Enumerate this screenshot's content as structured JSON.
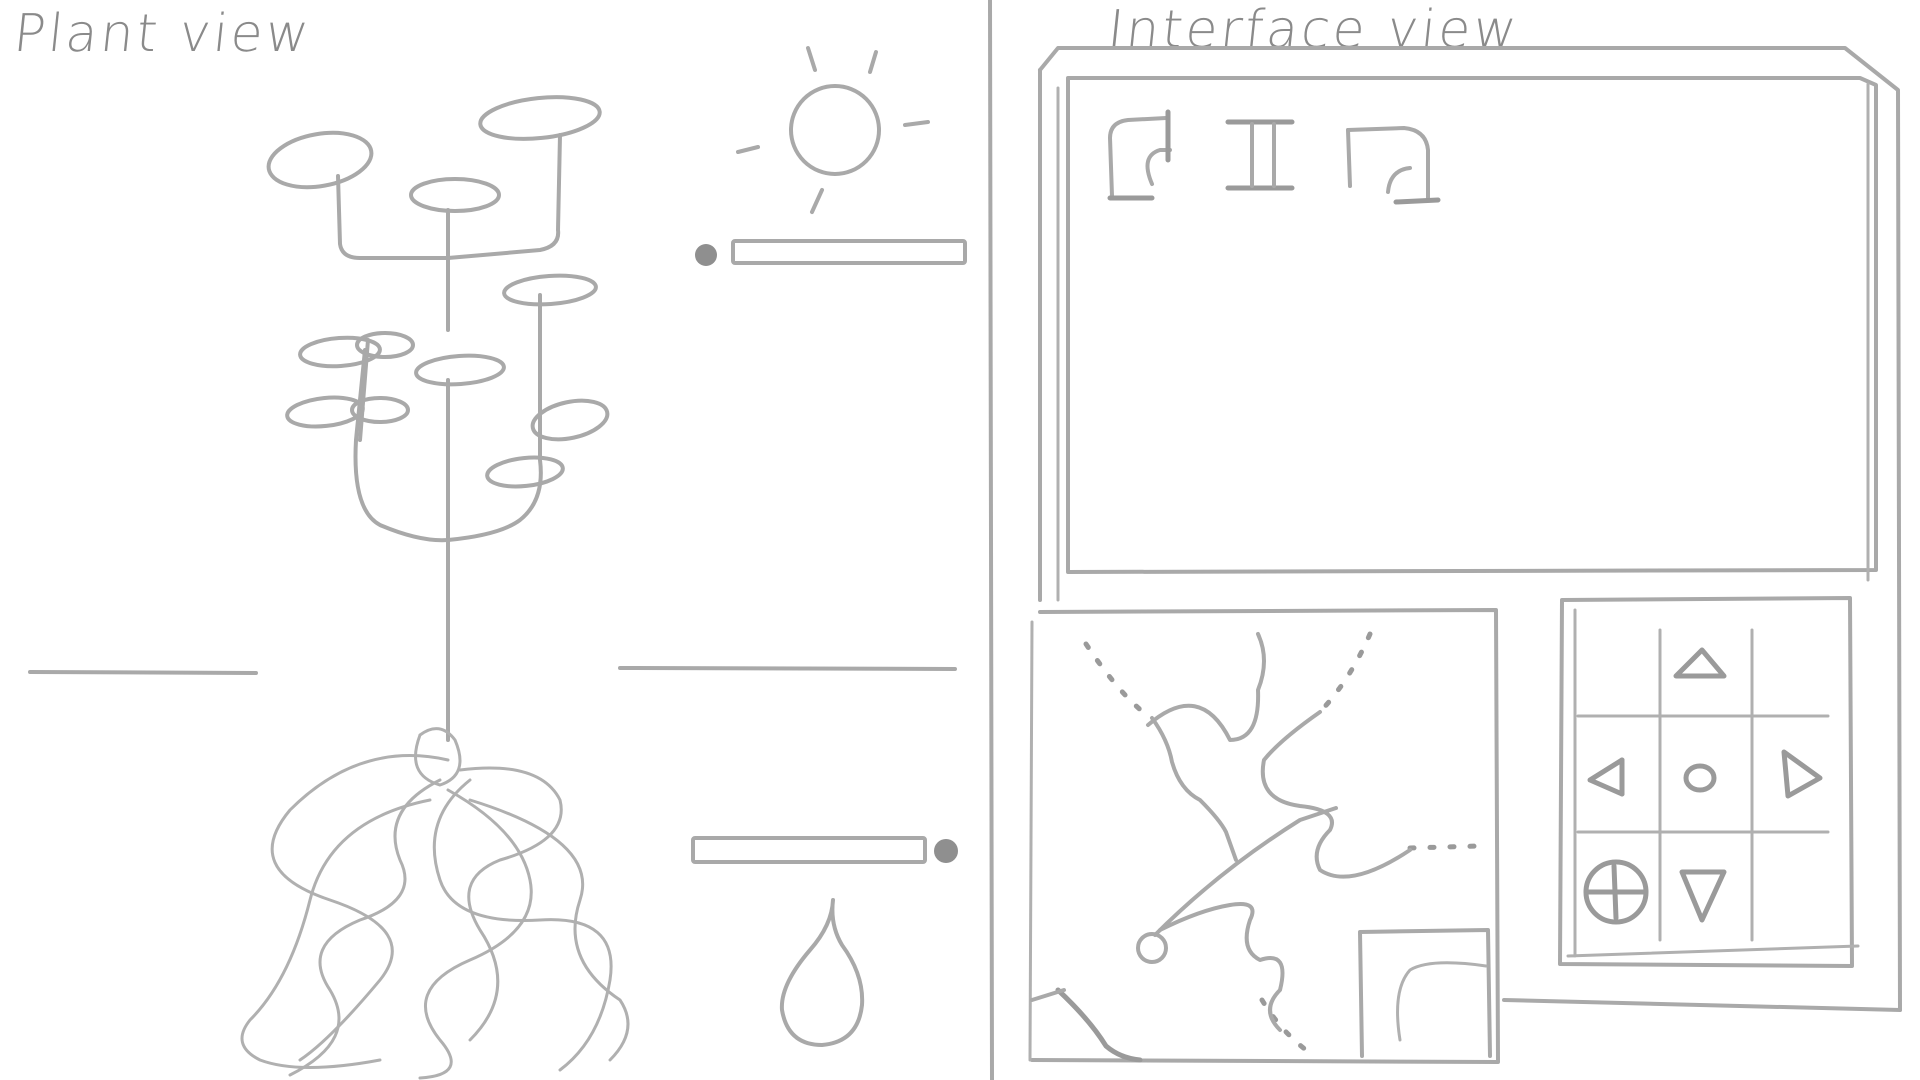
{
  "sections": {
    "plant_view_label": "Plant view",
    "interface_view_label": "Interface view"
  },
  "sliders": {
    "light": {
      "level": 0.0,
      "knob_side": "left"
    },
    "water": {
      "level": 1.0,
      "knob_side": "right"
    }
  },
  "icons": {
    "sun": "sun-icon",
    "water": "water-drop-icon",
    "tools": [
      "hook-tool-icon",
      "pillar-tool-icon",
      "arch-tool-icon"
    ],
    "dpad": [
      "up-arrow-icon",
      "left-arrow-icon",
      "center-icon",
      "right-arrow-icon",
      "add-target-icon",
      "down-arrow-icon"
    ]
  },
  "colors": {
    "sketch": "#a9a9a9",
    "dark_stroke": "#9a9a9a",
    "knob": "#8f8f8f"
  }
}
